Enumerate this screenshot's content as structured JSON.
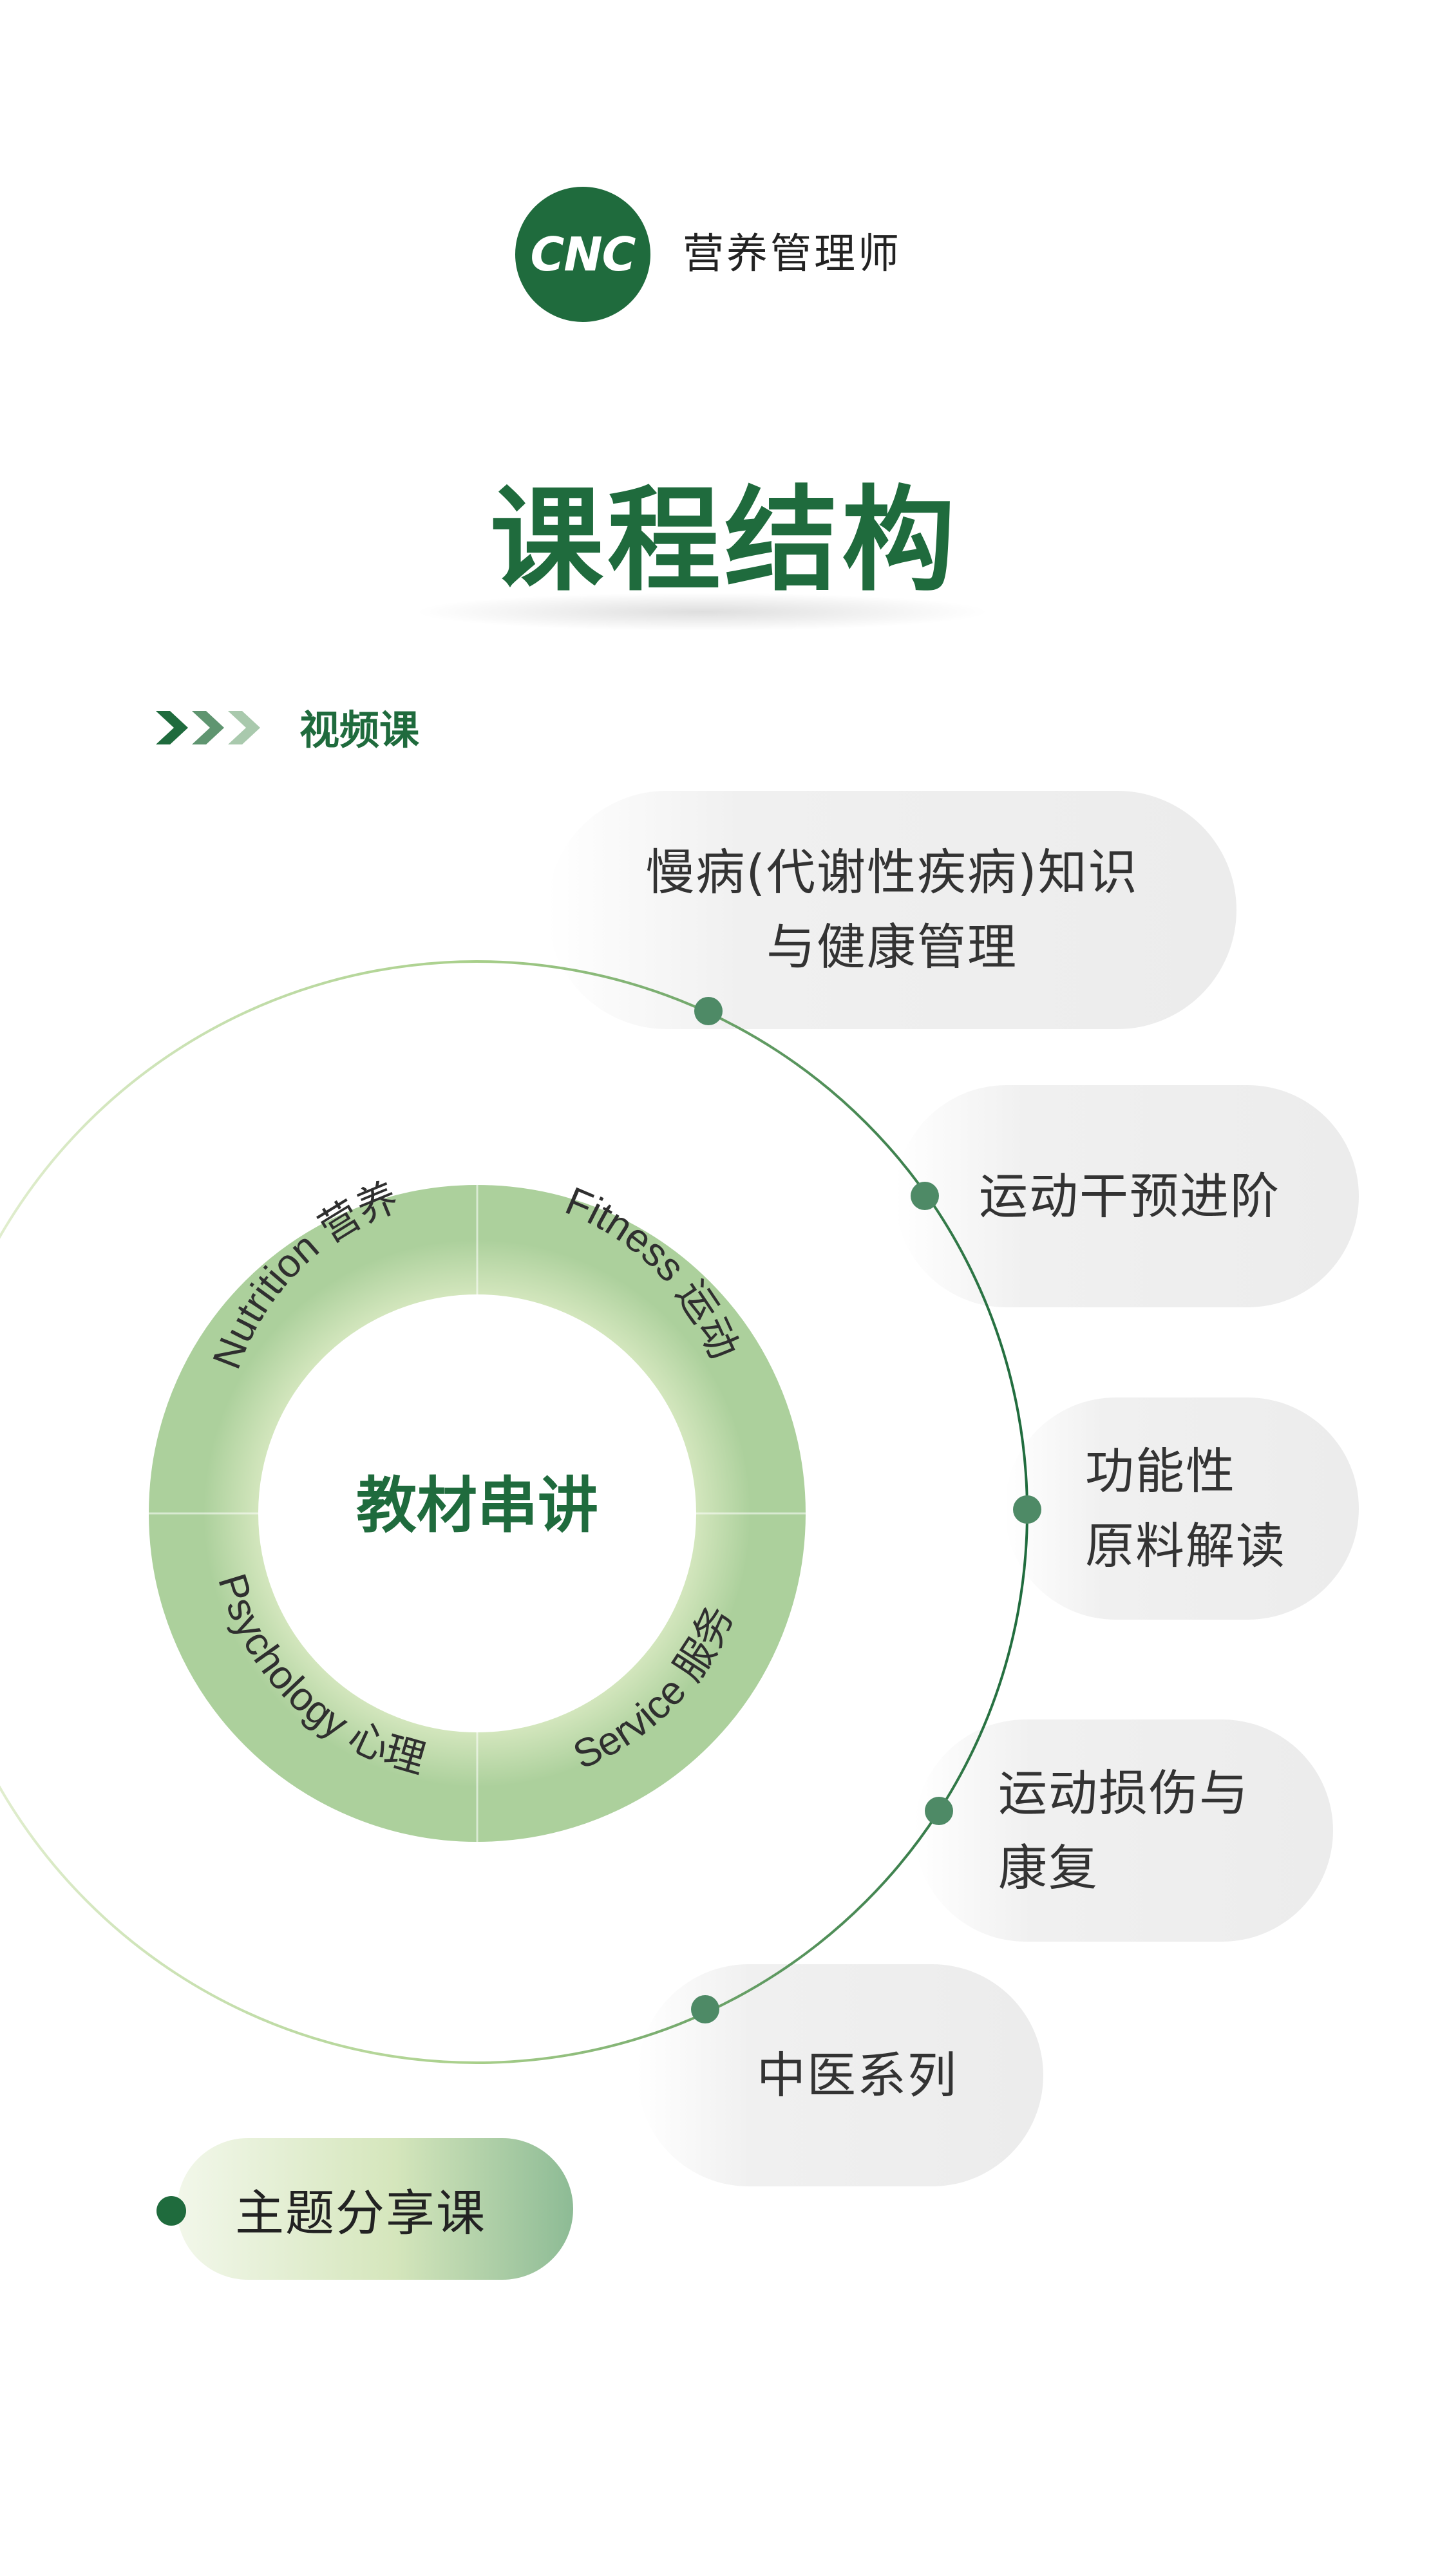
{
  "header": {
    "logo_text": "CNC",
    "brand_name": "营养管理师"
  },
  "page_title": "课程结构",
  "section": {
    "title": "视频课"
  },
  "diagram": {
    "center_label": "教材串讲",
    "ring_segments": [
      {
        "label": "Nutrition 营养"
      },
      {
        "label": "Fitness 运动"
      },
      {
        "label": "Service 服务"
      },
      {
        "label": "Psychology 心理"
      }
    ],
    "courses": [
      {
        "line1": "慢病(代谢性疾病)知识",
        "line2": "与健康管理"
      },
      {
        "line1": "运动干预进阶",
        "line2": ""
      },
      {
        "line1": "功能性",
        "line2": "原料解读"
      },
      {
        "line1": "运动损伤与",
        "line2": "康复"
      },
      {
        "line1": "中医系列",
        "line2": ""
      }
    ]
  },
  "topic_course": "主题分享课",
  "colors": {
    "brand_green": "#1f6b3d",
    "dot_green": "#4e8a66",
    "ring_light": "#eaf3d8",
    "ring_mid": "#b8d6a6",
    "pill_gray": "#ececec"
  }
}
